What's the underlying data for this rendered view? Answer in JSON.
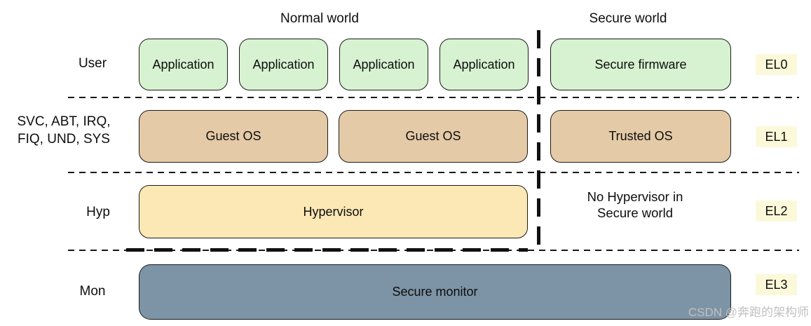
{
  "headers": {
    "normal": "Normal world",
    "secure": "Secure world"
  },
  "left_labels": {
    "user": "User",
    "modes_line1": "SVC, ABT, IRQ,",
    "modes_line2": "FIQ, UND, SYS",
    "hyp": "Hyp",
    "mon": "Mon"
  },
  "el_levels": {
    "el0": "EL0",
    "el1": "EL1",
    "el2": "EL2",
    "el3": "EL3"
  },
  "normal_world": {
    "applications": [
      "Application",
      "Application",
      "Application",
      "Application"
    ],
    "guest_os": [
      "Guest OS",
      "Guest OS"
    ],
    "hypervisor": "Hypervisor"
  },
  "secure_world": {
    "firmware": "Secure firmware",
    "trusted_os": "Trusted OS",
    "note_line1": "No Hypervisor in",
    "note_line2": "Secure world"
  },
  "monitor": "Secure monitor",
  "watermark": "CSDN @奔跑的架构师",
  "colors": {
    "app_green": "#d7f2d0",
    "os_tan": "#e5caa7",
    "hypervisor_yellow": "#fce8b4",
    "monitor_blue": "#7d94a6",
    "el_badge_yellow": "#fbf9d9",
    "border": "#1a1a1a"
  }
}
